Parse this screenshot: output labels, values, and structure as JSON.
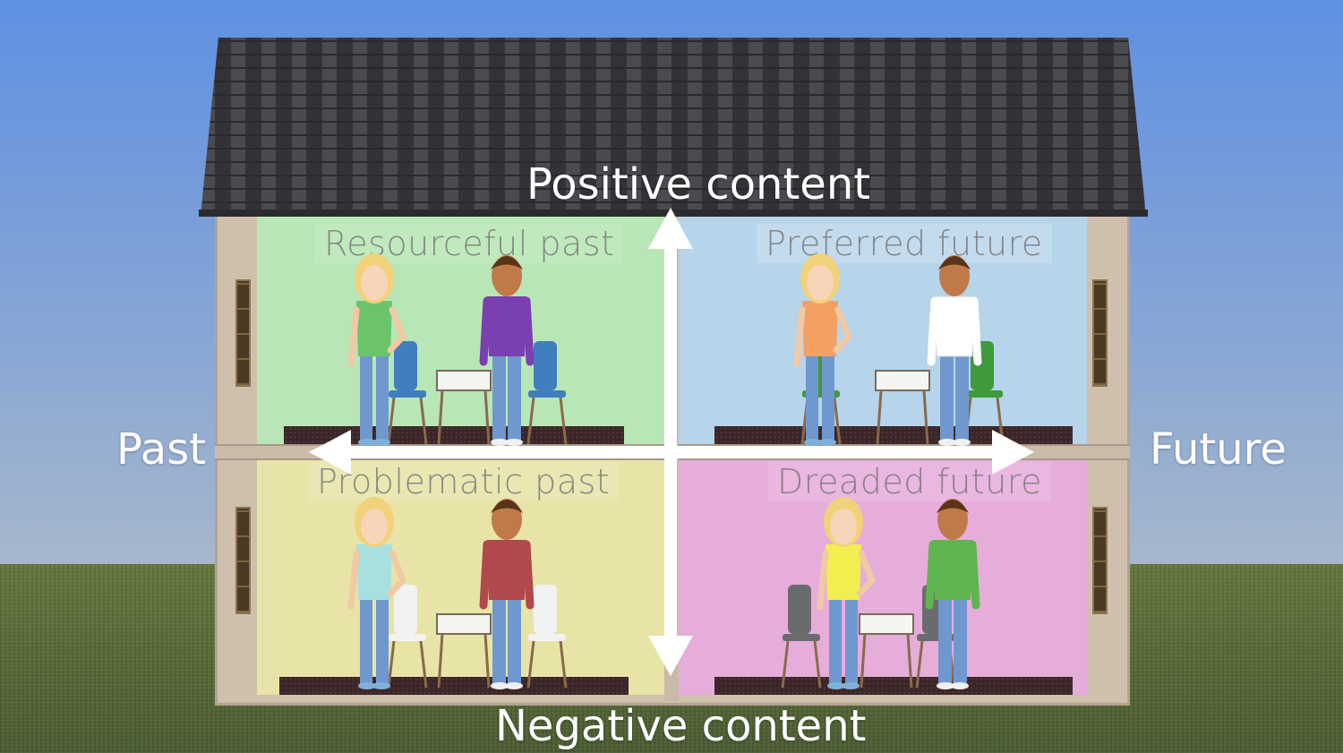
{
  "axes": {
    "top": "Positive content",
    "bottom": "Negative content",
    "left": "Past",
    "right": "Future"
  },
  "rooms": {
    "top_left": {
      "label": "Resourceful past",
      "wall_color": "#b9e6b6",
      "woman_shirt": "#6cc46a",
      "man_shirt": "#7a3fb0",
      "chair_color": "#3f7fbf"
    },
    "top_right": {
      "label": "Preferred future",
      "wall_color": "#b6d4ea",
      "woman_shirt": "#f2a064",
      "man_shirt": "#ffffff",
      "chair_color": "#3e9a3a"
    },
    "bottom_left": {
      "label": "Problematic past",
      "wall_color": "#e8e4a8",
      "woman_shirt": "#a8e0e0",
      "man_shirt": "#b0484e",
      "chair_color": "#f2f2f2"
    },
    "bottom_right": {
      "label": "Dreaded future",
      "wall_color": "#e6addb",
      "woman_shirt": "#f2ee50",
      "man_shirt": "#5fb54f",
      "chair_color": "#6b6b6e"
    }
  },
  "icons": [
    "up-arrow-icon",
    "down-arrow-icon",
    "left-arrow-icon",
    "right-arrow-icon"
  ]
}
